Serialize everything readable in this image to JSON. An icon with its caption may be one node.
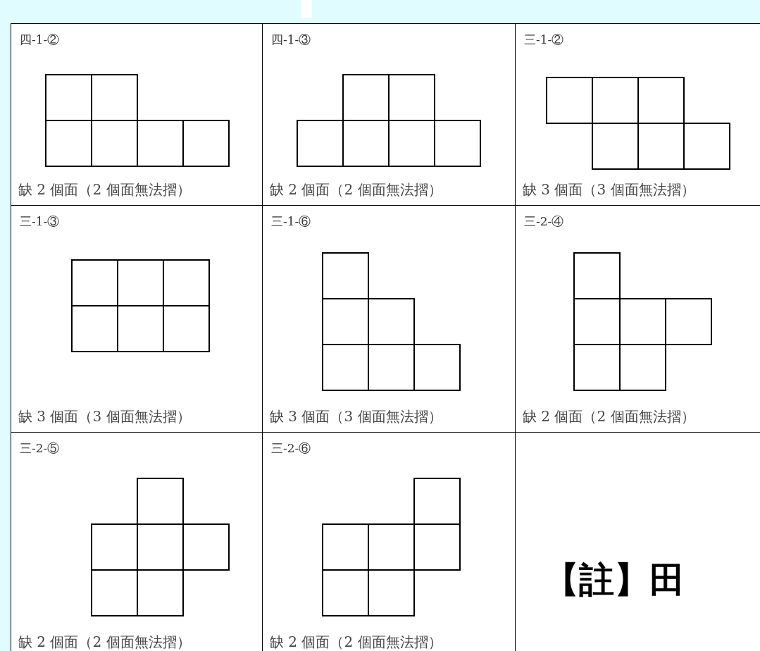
{
  "diagram": {
    "labels": [
      "四-1-②",
      "缺 2 個面（2 個面無法摺）",
      "四-1-③",
      "缺 2 個面（2 個面無法摺）",
      "三-1-②",
      "缺 3 個面（3 個面無法摺）",
      "三-1-③",
      "缺 3 個面（3 個面無法摺）",
      "三-1-⑥",
      "缺 3 個面（3 個面無法摺）",
      "三-2-④",
      "缺 2 個面（2 個面無法摺）",
      "三-2-⑤",
      "缺 2 個面（2 個面無法摺）",
      "三-2-⑥",
      "缺 2 個面（2 個面無法摺）",
      "【註】田"
    ]
  }
}
